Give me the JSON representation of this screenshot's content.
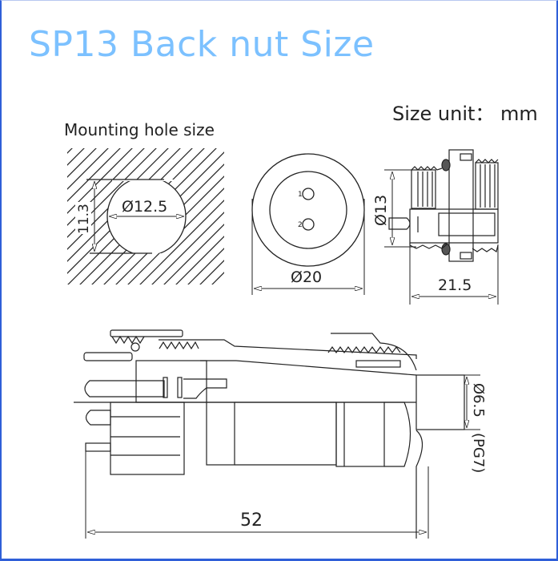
{
  "header": {
    "title": "SP13 Back nut Size",
    "unit_label": "Size unit： mm"
  },
  "mounting_hole": {
    "label": "Mounting hole size",
    "diameter": "Ø12.5",
    "flat_height": "11.3"
  },
  "front_view": {
    "diameter": "Ø20",
    "pin_labels": [
      "1",
      "2"
    ]
  },
  "side_view": {
    "thread_diameter": "Ø13",
    "length": "21.5"
  },
  "assembly_view": {
    "total_length": "52",
    "cable_diameter": "Ø6.5",
    "gland": "(PG7)"
  },
  "colors": {
    "title": "#7cc1ff",
    "border": "#2f5fd8",
    "line": "#222222"
  }
}
